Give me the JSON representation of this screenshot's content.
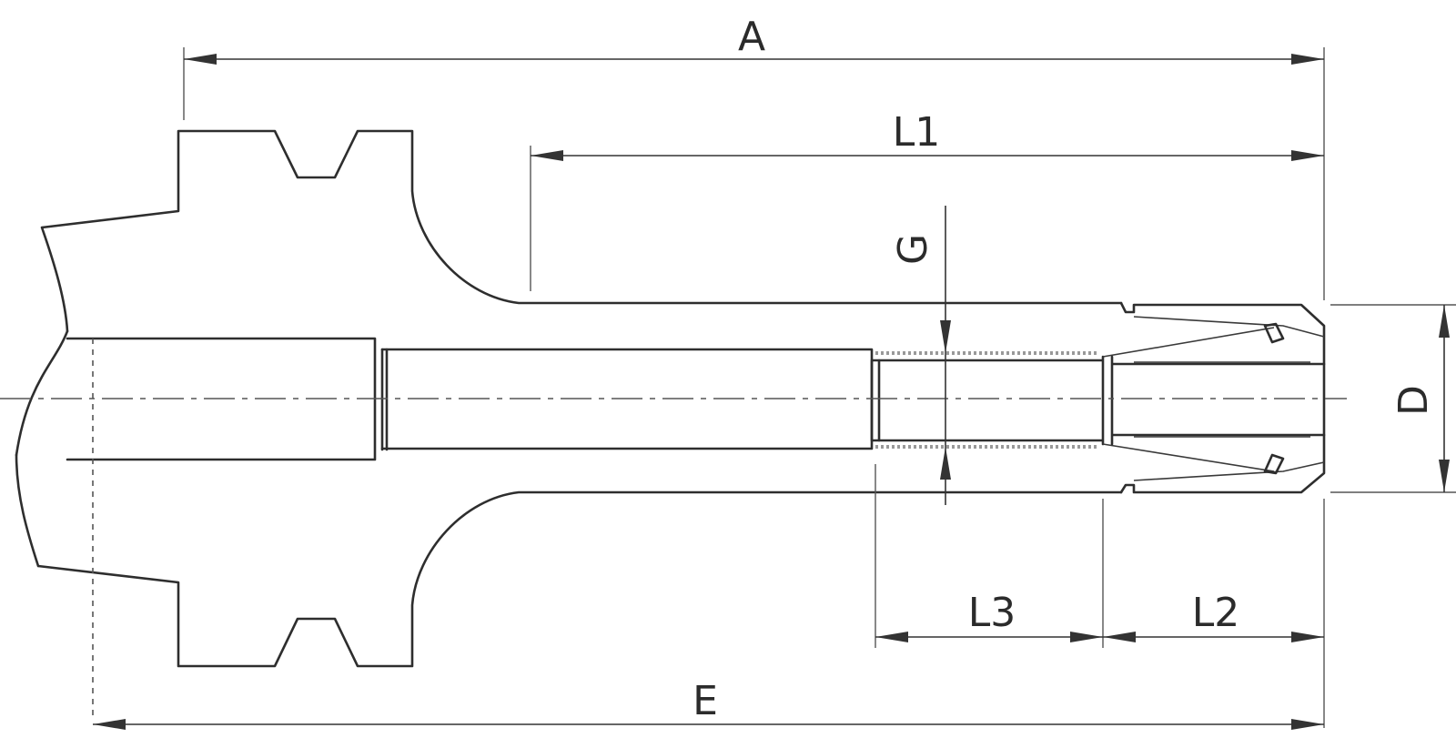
{
  "dimensions": {
    "A": "A",
    "L1": "L1",
    "G": "G",
    "D": "D",
    "L3": "L3",
    "L2": "L2",
    "E": "E"
  }
}
